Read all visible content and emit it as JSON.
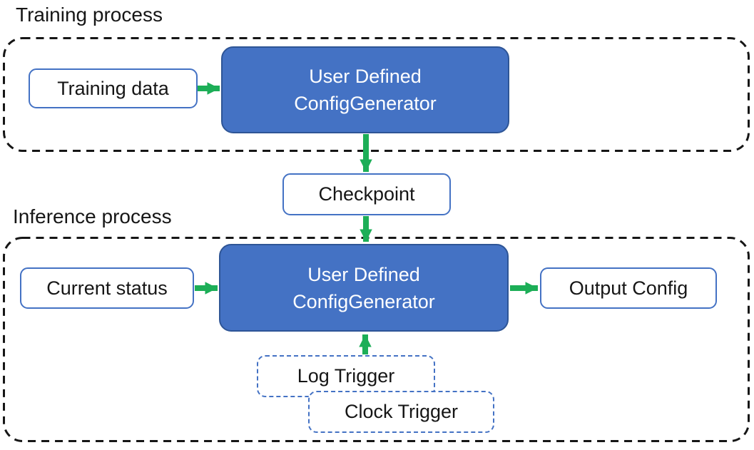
{
  "diagram": {
    "training": {
      "title": "Training process",
      "input_label": "Training data",
      "generator_line1": "User Defined",
      "generator_line2": "ConfigGenerator"
    },
    "checkpoint_label": "Checkpoint",
    "inference": {
      "title": "Inference process",
      "input_label": "Current status",
      "generator_line1": "User Defined",
      "generator_line2": "ConfigGenerator",
      "output_label": "Output Config",
      "triggers": [
        "Log Trigger",
        "Clock Trigger"
      ]
    },
    "colors": {
      "node_fill_blue": "#4472c4",
      "node_border_blue_dark": "#2e5596",
      "plain_node_border": "#4472c4",
      "trigger_dashed_border": "#4472c4",
      "container_dash": "#161616",
      "arrow_green": "#1cae57",
      "text_dark": "#161616",
      "text_light": "#ffffff",
      "background": "#ffffff"
    }
  }
}
